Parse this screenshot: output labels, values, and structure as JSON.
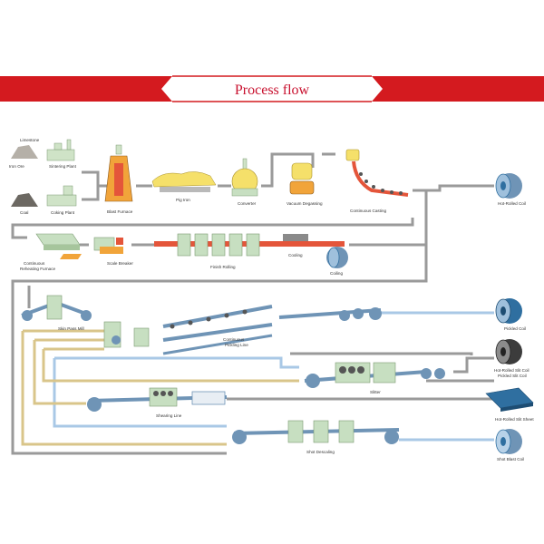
{
  "header": {
    "title": "Process flow",
    "banner_color": "#d41a1f"
  },
  "colors": {
    "flow_gray": "#9a9a9a",
    "flow_blue": "#a9c8e6",
    "flow_tan": "#d9c58a",
    "machine_green": "#c7dfc1",
    "roll_blue": "#2f6fa0",
    "hot_red": "#e4553a"
  },
  "stages": {
    "limestone": "Limestone",
    "iron_ore": "Iron Ore",
    "sintering": "Sintering Plant",
    "coal": "Coal",
    "coking": "Coking Plant",
    "blast_furnace": "Blast Furnace",
    "pig_iron": "Pig Iron",
    "converter": "Converter",
    "vacuum": "Vacuum Degassing",
    "casting": "Continuous Casting",
    "reheating_1": "Continuous",
    "reheating_2": "Reheating Furnace",
    "scale_breaker": "Scale Breaker",
    "finish_rolling": "Finish Rolling",
    "cooling": "Cooling",
    "coiling": "Coiling",
    "skin_pass": "Skin Pass Mill",
    "pickling_1": "Continuous",
    "pickling_2": "Pickling Line",
    "slitter": "Slitter",
    "shearing": "Shearing Line",
    "shot_descaling": "Shot Descaling"
  },
  "products": {
    "hot_rolled_coil": "Hot-Rolled Coil",
    "pickled_coil": "Pickled Coil",
    "slit_coil_1": "Hot-Rolled Slit Coil",
    "slit_coil_2": "Pickled Slit Coil",
    "slit_sheet": "Hot-Rolled Slit Sheet",
    "shot_blast_coil": "Shot Blast Coil"
  }
}
